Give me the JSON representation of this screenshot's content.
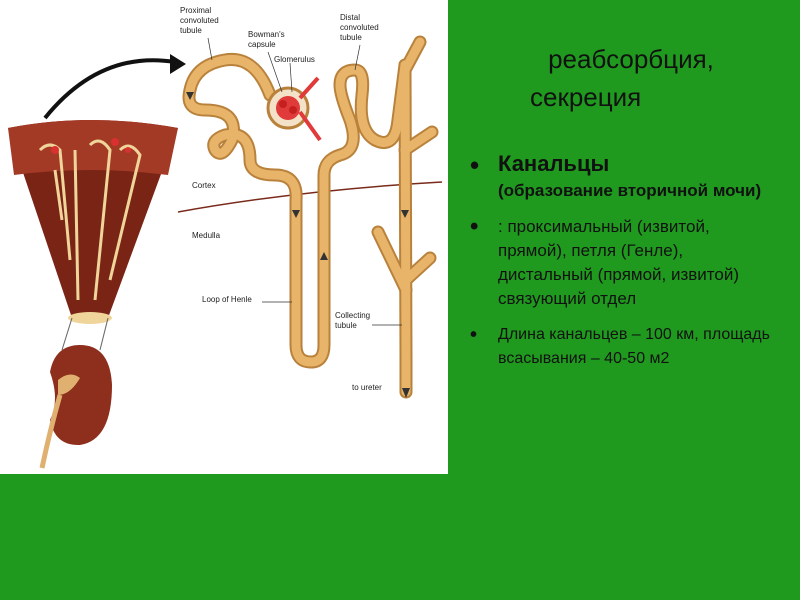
{
  "title": {
    "line1": "реабсорбция,",
    "line2": "секреция"
  },
  "bullets": [
    {
      "heading": "Канальцы",
      "subheading": "(образование вторичной мочи)"
    },
    {
      "text": ": проксимальный (извитой, прямой), петля (Генле), дистальный (прямой, извитой) связующий отдел"
    },
    {
      "text": "Длина канальцев – 100 км, площадь всасывания – 40-50 м2"
    }
  ],
  "figure_labels": {
    "proximal": [
      "Proximal",
      "convoluted",
      "tubule"
    ],
    "bowman": [
      "Bowman's",
      "capsule"
    ],
    "glomerulus": "Glomerulus",
    "distal": [
      "Distal",
      "convoluted",
      "tubule"
    ],
    "cortex": "Cortex",
    "medulla": "Medulla",
    "loop": "Loop of Henle",
    "collecting": [
      "Collecting",
      "tubule"
    ],
    "ureter": "to ureter"
  },
  "colors": {
    "background": "#1f9a1f",
    "tubule": "#e8b46a",
    "tubule_dark": "#b9823c",
    "kidney": "#8e2f1e",
    "vessel": "#e03a3a"
  }
}
